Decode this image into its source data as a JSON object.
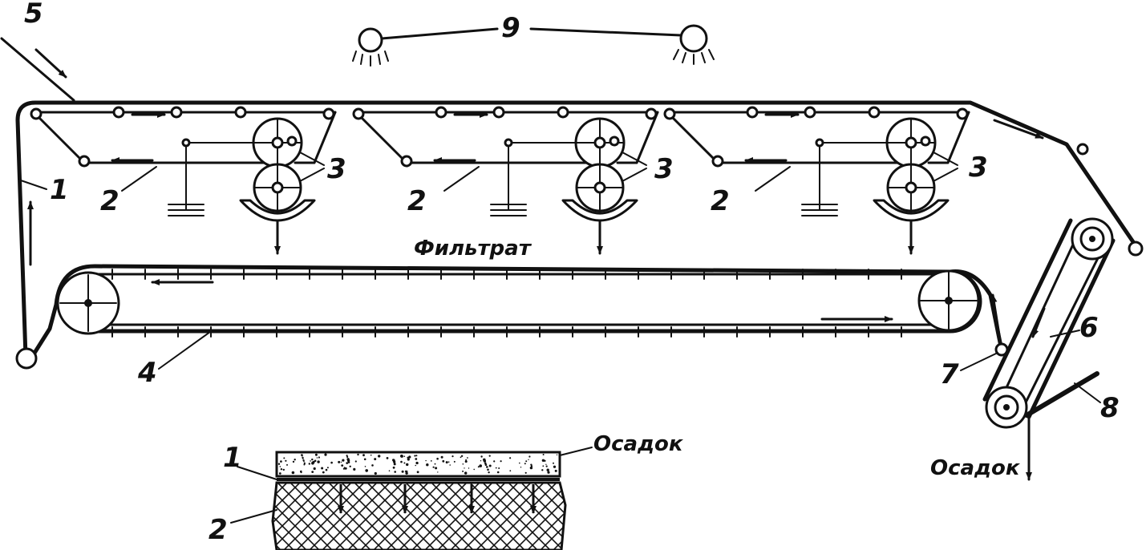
{
  "labels": {
    "n1": "1",
    "n2": "2",
    "n3": "3",
    "n4": "4",
    "n5": "5",
    "n6": "6",
    "n7": "7",
    "n8": "8",
    "n9": "9",
    "filtrate": "Фильтрат",
    "sediment_top": "Осадок",
    "sediment_bottom": "Осадок",
    "inset_n1": "1",
    "inset_n2": "2"
  }
}
